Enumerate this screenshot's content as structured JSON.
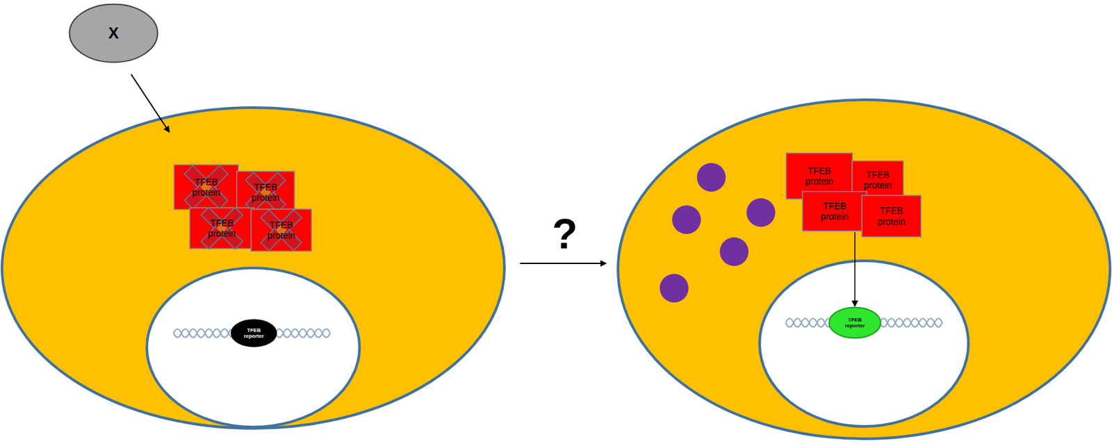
{
  "diagram": {
    "nodes": [
      {
        "text": [
          "X"
        ]
      },
      {
        "text": [
          "TFEB protein"
        ]
      },
      {
        "text": [
          "TFEB protein"
        ]
      },
      {
        "text": [
          "TFEB protein"
        ]
      },
      {
        "text": [
          "TFEB protein"
        ]
      },
      {
        "text": [
          "TFEB reporter"
        ]
      },
      {
        "text": [
          "TFEB protein"
        ]
      },
      {
        "text": [
          "TFEB protein"
        ]
      },
      {
        "text": [
          "TFEB protein"
        ]
      },
      {
        "text": [
          "TFEB protein"
        ]
      },
      {
        "text": [
          "TFEB reporter"
        ]
      }
    ],
    "edges": [
      {
        "from": 8,
        "to": 10,
        "arrow": "to"
      }
    ],
    "labels": [
      "?"
    ]
  }
}
